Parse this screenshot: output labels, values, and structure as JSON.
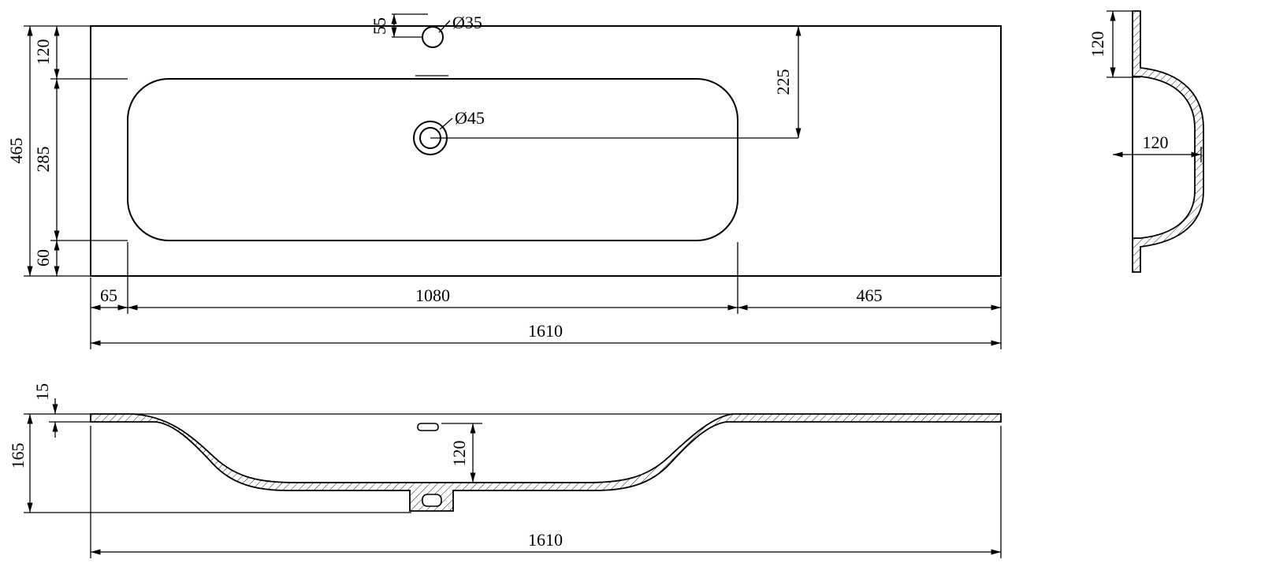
{
  "drawing": {
    "background": "#ffffff",
    "line_color": "#000000",
    "views": {
      "top": {
        "labels": {
          "faucet_offset": "55",
          "faucet_hole_diameter": "Ø35",
          "drain_hole_diameter": "Ø45",
          "top_edge_to_basin": "120",
          "basin_depth": "285",
          "basin_to_bottom_edge": "60",
          "total_depth": "465",
          "drain_center_from_top": "225",
          "left_edge_to_basin": "65",
          "basin_width": "1080",
          "basin_to_right_edge": "465",
          "total_width": "1610"
        }
      },
      "side_section": {
        "labels": {
          "deck_depth": "120",
          "bowl_height": "120"
        }
      },
      "front_section": {
        "labels": {
          "deck_thickness": "15",
          "total_height": "165",
          "bowl_depth": "120",
          "total_width": "1610"
        }
      }
    }
  }
}
